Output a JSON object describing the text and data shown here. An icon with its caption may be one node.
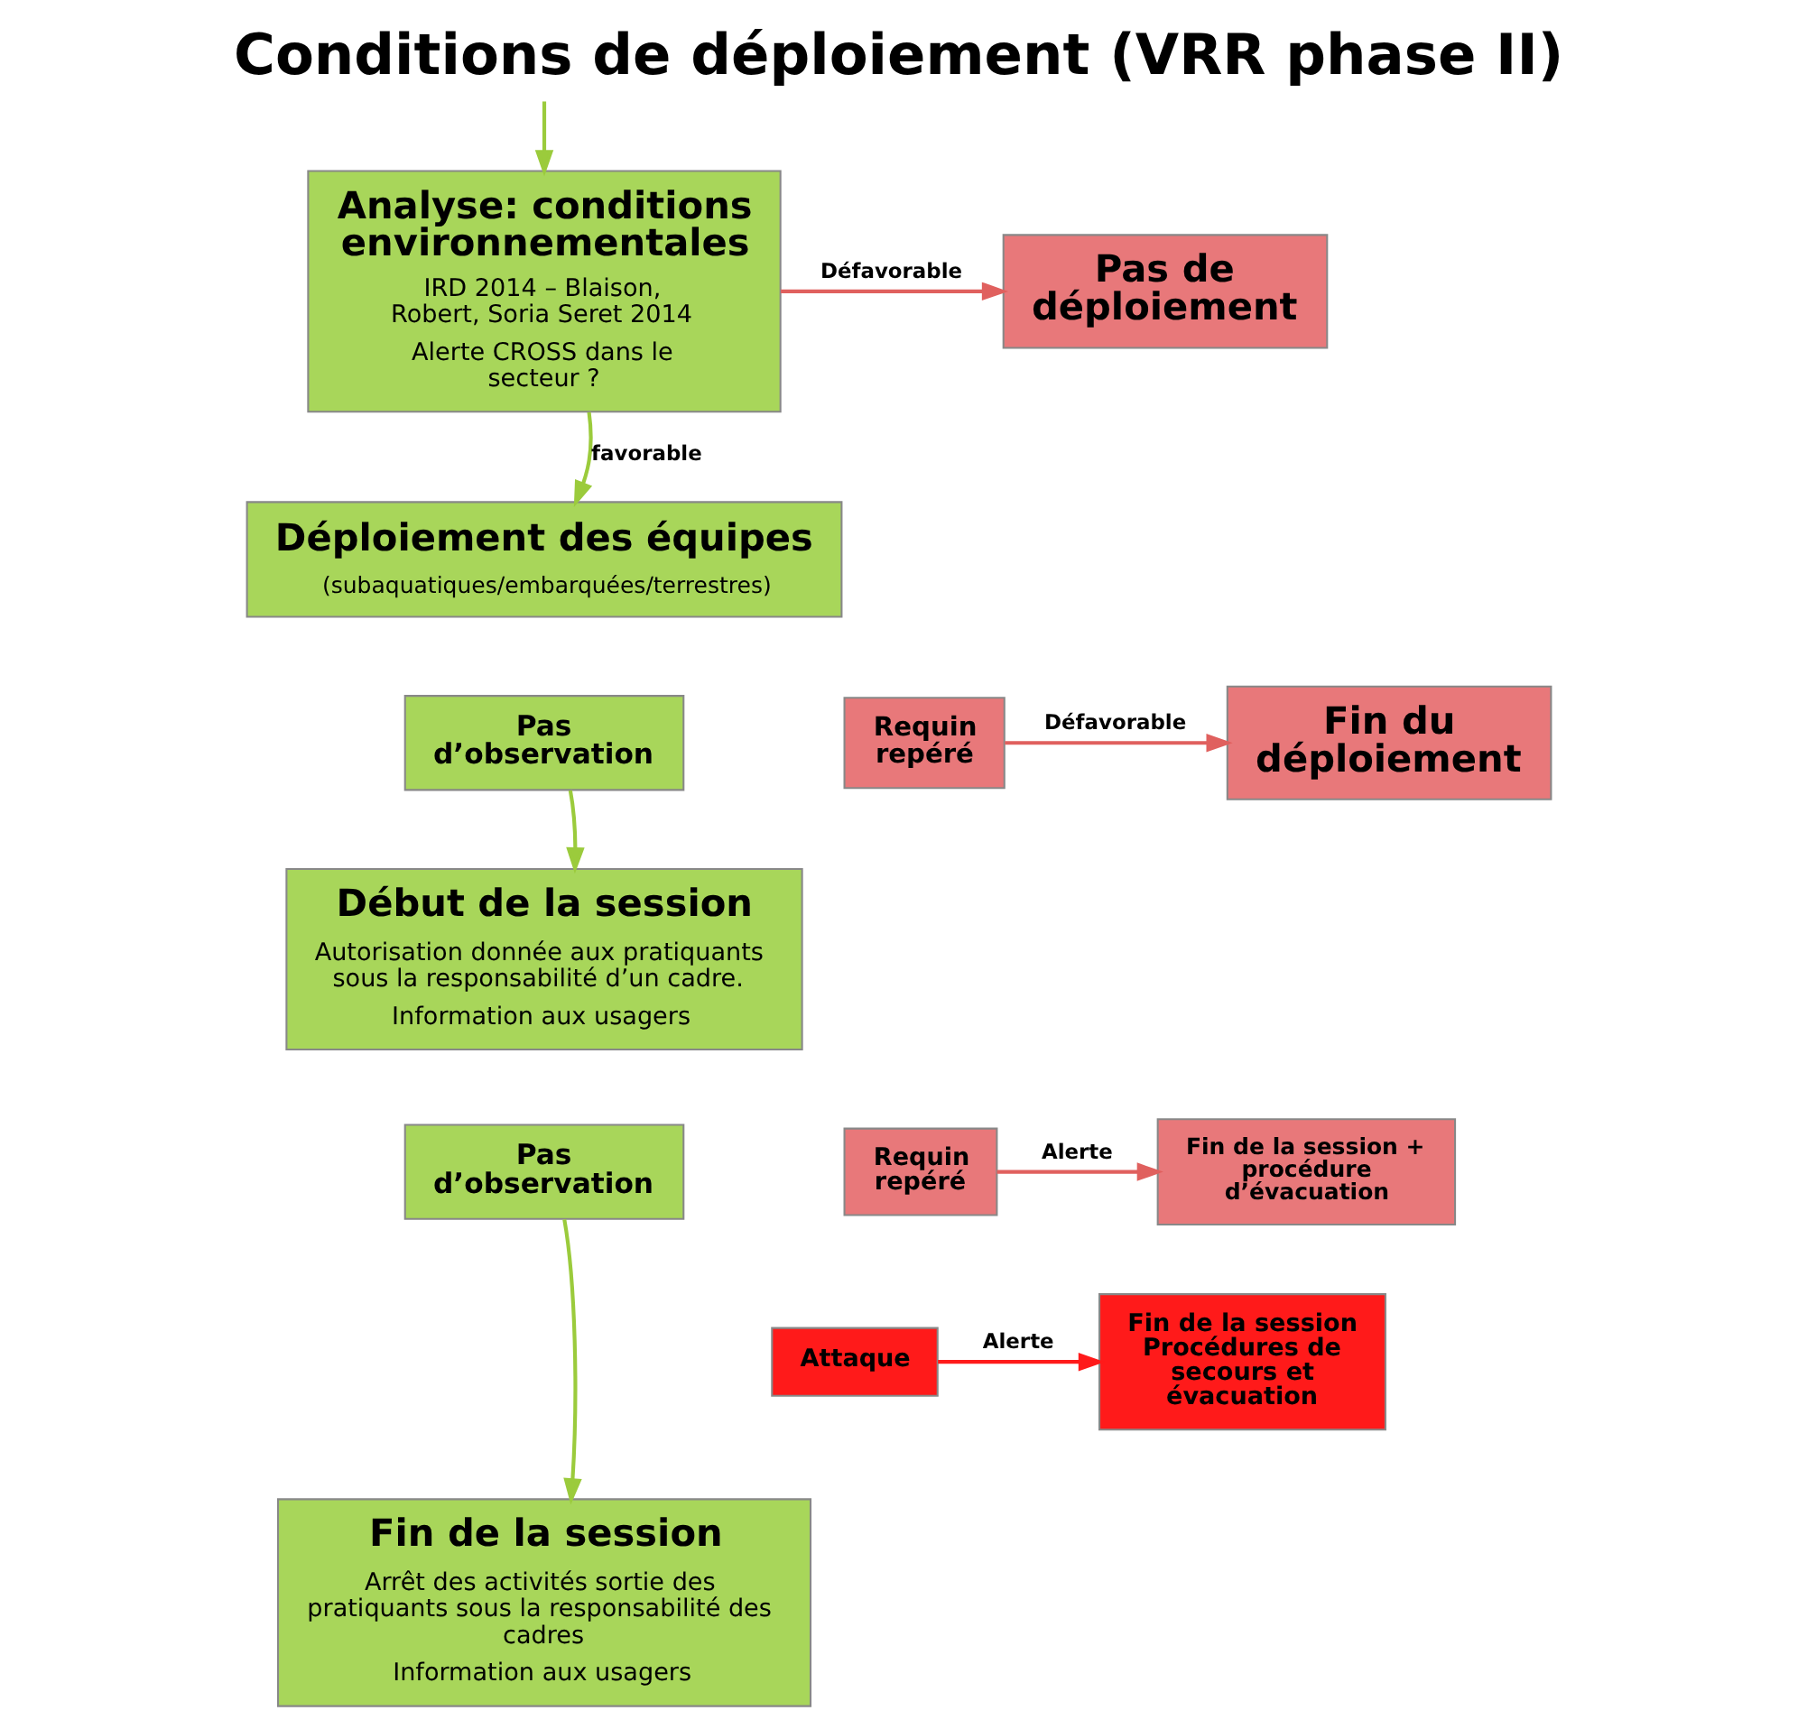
{
  "diagram": {
    "title": "Conditions de déploiement (VRR phase II)",
    "nodes": [
      {
        "text": [
          "Analyse: conditions environnementales",
          "IRD 2014 – Blaison, Robert, Soria Seret 2014",
          "Alerte CROSS dans le secteur ?"
        ]
      },
      {
        "text": [
          "Pas de déploiement"
        ]
      },
      {
        "text": [
          "Déploiement des équipes",
          "(subaquatiques/embarquées/terrestres)"
        ]
      },
      {
        "text": [
          "Pas d’observation"
        ]
      },
      {
        "text": [
          "Requin repéré"
        ]
      },
      {
        "text": [
          "Fin du déploiement"
        ]
      },
      {
        "text": [
          "Début de la session",
          "Autorisation donnée aux pratiquants sous la responsabilité d’un cadre.",
          "Information aux usagers"
        ]
      },
      {
        "text": [
          "Pas d’observation"
        ]
      },
      {
        "text": [
          "Requin repéré"
        ]
      },
      {
        "text": [
          "Attaque"
        ]
      },
      {
        "text": [
          "Fin de la session + procédure d’évacuation"
        ]
      },
      {
        "text": [
          "Fin de la session Procédures de secours et évacuation"
        ]
      },
      {
        "text": [
          "Fin de la session",
          "Arrêt des activités sortie des pratiquants sous la responsabilité des cadres",
          "Information aux usagers"
        ]
      }
    ],
    "edges": [
      {
        "from": null,
        "to": 0,
        "arrow": "to",
        "color": "#9bcb3c"
      },
      {
        "from": 0,
        "to": 1,
        "arrow": "to",
        "label": "Défavorable",
        "color": "#e0605e"
      },
      {
        "from": 0,
        "to": 2,
        "arrow": "to",
        "label": "favorable",
        "color": "#9bcb3c"
      },
      {
        "from": 4,
        "to": 5,
        "arrow": "to",
        "label": "Défavorable",
        "color": "#e0605e"
      },
      {
        "from": 3,
        "to": 6,
        "arrow": "to",
        "color": "#9bcb3c"
      },
      {
        "from": 8,
        "to": 10,
        "arrow": "to",
        "label": "Alerte",
        "color": "#e0605e"
      },
      {
        "from": 9,
        "to": 11,
        "arrow": "to",
        "label": "Alerte",
        "color": "#ff1a1a"
      },
      {
        "from": 7,
        "to": 12,
        "arrow": "to",
        "color": "#9bcb3c"
      }
    ]
  }
}
